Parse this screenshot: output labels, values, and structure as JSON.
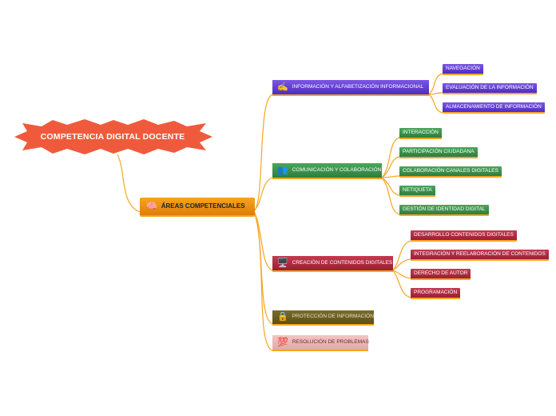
{
  "root": {
    "label": "COMPETENCIA DIGITAL DOCENTE",
    "color": "#f05a3c"
  },
  "hub": {
    "label": "ÁREAS COMPETENCIALES",
    "icon": "brain-icon"
  },
  "areas": [
    {
      "label": "INFORMACIÓN Y ALFABETIZACIÓN INFORMACIONAL",
      "icon": "writing-hand-icon",
      "color": "#5b3bd6",
      "subs": [
        "NAVEGACIÓN",
        "EVALUACIÓN DE LA INFORMACIÓN",
        "ALMACENAMIENTO DE INFORMACIÓN"
      ]
    },
    {
      "label": "COMUNICACIÓN Y COLABORACIÓN",
      "icon": "people-icon",
      "color": "#3a8a48",
      "subs": [
        "INTERACCIÓN",
        "PARTICIPACIÓN CIUDADANA",
        "COLABORACIÓN CANALES DIGITALES",
        "NETIQUETA",
        "GESTIÓN DE IDENTIDAD DIGITAL"
      ]
    },
    {
      "label": "CREACIÓN DE CONTENIDOS DIGITALES",
      "icon": "computer-icon",
      "color": "#b02a41",
      "subs": [
        "DESARROLLO CONTENIDOS DIGITALES",
        "INTEGRACIÓN Y REELABORACIÓN DE CONTENIDOS",
        "DERECHO DE AUTOR",
        "PROGRAMACIÓN"
      ]
    },
    {
      "label": "PROTECCIÓN DE INFORMACIÓN",
      "icon": "lock-icon",
      "color": "#6b5e22",
      "subs": []
    },
    {
      "label": "RESOLUCIÓN DE PROBLEMAS",
      "icon": "hundred-points-icon",
      "color": "#edb9b9",
      "subs": []
    }
  ],
  "connector_color": "#f5a623"
}
